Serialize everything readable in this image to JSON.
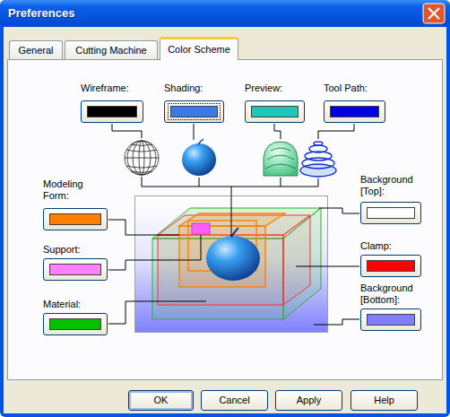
{
  "diagram": {
    "title": "Preferences",
    "nodes": [
      {
        "text": [
          "General"
        ]
      },
      {
        "text": [
          "Cutting Machine"
        ]
      },
      {
        "text": [
          "Color Scheme"
        ]
      },
      {
        "text": [
          "Wireframe:"
        ]
      },
      {
        "text": [
          "Shading:"
        ]
      },
      {
        "text": [
          "Preview:"
        ]
      },
      {
        "text": [
          "Tool Path:"
        ]
      },
      {
        "text": [
          "Modeling Form:"
        ]
      },
      {
        "text": [
          "Background [Top]:"
        ]
      },
      {
        "text": [
          "Support:"
        ]
      },
      {
        "text": [
          "Clamp:"
        ]
      },
      {
        "text": [
          "Material:"
        ]
      },
      {
        "text": [
          "Background [Bottom]:"
        ]
      },
      {
        "text": [
          "OK"
        ]
      },
      {
        "text": [
          "Cancel"
        ]
      },
      {
        "text": [
          "Apply"
        ]
      },
      {
        "text": [
          "Help"
        ]
      }
    ]
  }
}
